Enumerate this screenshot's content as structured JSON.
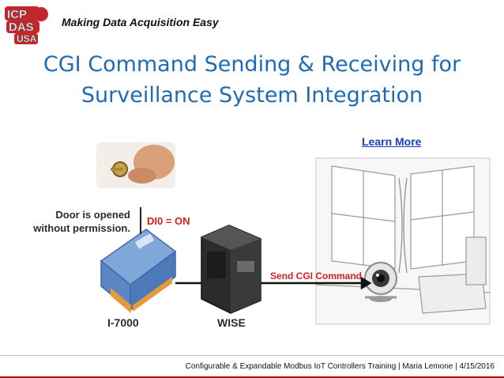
{
  "header": {
    "logo_text": [
      "ICP",
      "DAS",
      "USA"
    ],
    "tagline": "Making Data Acquisition Easy"
  },
  "title": {
    "line1": "CGI Command Sending & Receiving for",
    "line2": "Surveillance System Integration"
  },
  "link": {
    "label": "Learn More"
  },
  "diagram": {
    "door_label_line1": "Door is opened",
    "door_label_line2": "without permission.",
    "di_label": "DI0 = ON",
    "send_label": "Send CGI Command",
    "device1_label": "I-7000",
    "device2_label": "WISE"
  },
  "footer": {
    "text": "Configurable & Expandable Modbus IoT Controllers Training | Maria Lemone | 4/15/2016"
  },
  "colors": {
    "title": "#1f6bb5",
    "link": "#1a3ec2",
    "accent_red": "#d42020",
    "footer_line": "#b30000"
  }
}
